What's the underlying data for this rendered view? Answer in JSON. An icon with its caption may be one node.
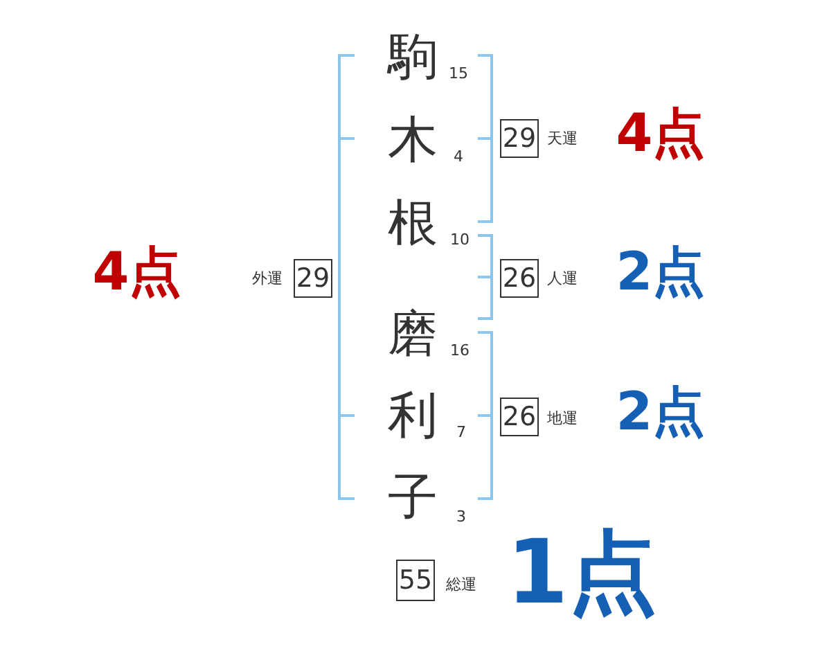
{
  "diagram": {
    "nodes": [
      {
        "text": [
          "29"
        ],
        "beside": [
          "天運",
          "4点"
        ]
      },
      {
        "text": [
          "29"
        ],
        "beside": [
          "外運",
          "4点"
        ]
      },
      {
        "text": [
          "26"
        ],
        "beside": [
          "人運",
          "2点"
        ]
      },
      {
        "text": [
          "26"
        ],
        "beside": [
          "地運",
          "2点"
        ]
      },
      {
        "text": [
          "55"
        ],
        "beside": [
          "総運",
          "1点"
        ]
      }
    ],
    "labels": [
      "駒",
      "15",
      "木",
      "4",
      "根",
      "10",
      "磨",
      "16",
      "利",
      "7",
      "子",
      "3"
    ]
  }
}
